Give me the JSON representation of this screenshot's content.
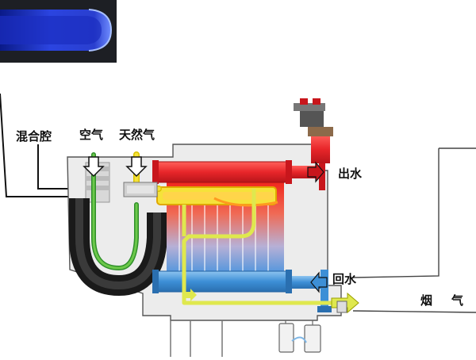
{
  "labels": {
    "mixing_chamber": "混合腔",
    "air": "空气",
    "natural_gas": "天然气",
    "water_out": "出水",
    "water_return": "回水",
    "flue_gas": "烟气"
  },
  "colors": {
    "hot_water": "#e8262a",
    "cold_water": "#3d8fd6",
    "gas_line": "#f5e23a",
    "air_line": "#4cae3c",
    "flame_blue": "#1d2fc2",
    "boiler_body": "#e9eaea",
    "outline": "#555555",
    "dark_pipe": "#1a1a1a"
  },
  "icons": [
    "flame-photo-inset",
    "arrow-right-icon",
    "arrow-down-icon",
    "arrow-left-icon",
    "valve-icon"
  ]
}
